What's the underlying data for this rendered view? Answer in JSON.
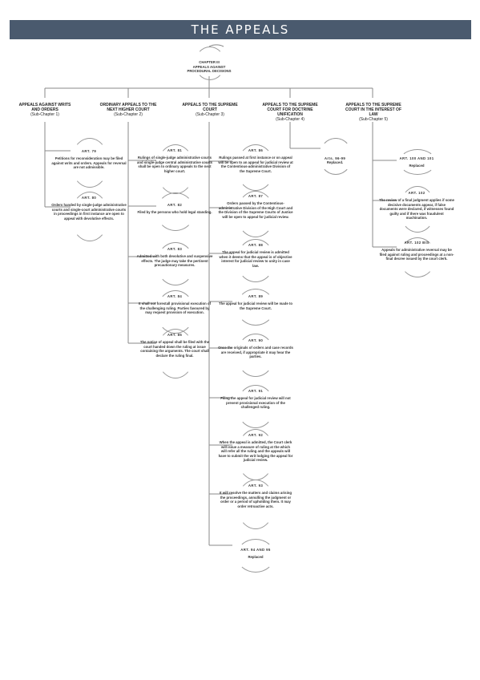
{
  "page": {
    "title": "THE APPEALS"
  },
  "root": {
    "title": "CHAPTER III\nAPPEALS AGAINST\nPROCEDURAL DECISIONS"
  },
  "columns": [
    {
      "title": "APPEALS AGAINST WRITS\nAND ORDERS",
      "sub": "(Sub-Chapter 1)"
    },
    {
      "title": "ORDINARY APPEALS TO THE\nNEXT HIGHER COURT",
      "sub": "(Sub-Chapter 2)"
    },
    {
      "title": "APPEALS TO THE SUPREME\nCOURT",
      "sub": "(Sub-Chapter 3)"
    },
    {
      "title": "APPEALS TO THE SUPREME\nCOURT FOR DOCTRINE\nUNIFICATION",
      "sub": "(Sub-Chapter 4)"
    },
    {
      "title": "APPEALS TO THE SUPREME\nCOURT IN THE INTEREST OF\nLAW",
      "sub": "(Sub-Chapter 5)"
    }
  ],
  "col1": [
    {
      "title": "ART. 79",
      "text": "Petitions for reconsideration may be filed against writs and orders. Appeals for reversal are not admissible."
    },
    {
      "title": "ART. 80",
      "text": "Orders handed by single-judge administrative courts and single-court administrative courts in proceedings in first instance are open to appeal with devolutive effects."
    }
  ],
  "col2": [
    {
      "title": "ART. 81",
      "text": "Rulings of single-judge administrative courts and single-judge central administrative courts shall be open to ordinary appeals to the next higher court."
    },
    {
      "title": "ART. 82",
      "text": "Filed by the persons who hold legal standing."
    },
    {
      "title": "ART. 83",
      "text": "Admitted with both devolutive and suspensive effects. The judge may take the pertinent precautionary measures."
    },
    {
      "title": "ART. 84",
      "text": "It shall not forestall provisional execution of the challenging ruling. Parties favoured by may request provision of execution."
    },
    {
      "title": "ART. 85",
      "text": "The notice of appeal shall be filed with the court handed down the ruling at issue containing the arguments. The court shall declare the ruling final."
    }
  ],
  "col3": [
    {
      "title": "ART. 86",
      "text": "Rulings passed at first instance or on appeal will be open to an appeal for judicial review at the Contentious-administrative Division of the Supreme Court."
    },
    {
      "title": "ART. 87",
      "text": "Orders passed by the Contentious-administrative Division of the High Court and the Division of the Supreme Courts of Justice will be open to appeal for judicial review."
    },
    {
      "title": "ART. 88",
      "text": "The appeal for judicial review is admitted when it deems that the appeal is of objective interest for judicial review to unity in case law."
    },
    {
      "title": "ART. 89",
      "text": "The appeal for judicial review will be made to the Supreme Court."
    },
    {
      "title": "ART. 90",
      "text": "Once the originals of orders and case records are received, if appropriate it may hear the parties."
    },
    {
      "title": "ART. 91",
      "text": "Filing the appeal for judicial review will not prevent provisional execution of the challenged ruling."
    },
    {
      "title": "ART. 92",
      "text": "When the appeal is admitted, the Court clerk will issue a measure of ruling at the which will refer all the ruling and the appeals will have to submit the writ lodging the appeal for judicial review."
    },
    {
      "title": "ART. 93",
      "text": "It will resolve the matters and claims arising the proceedings, annulling the judgment or order or a period of upholding them. It may order retroactive acts."
    },
    {
      "title": "ART. 94 AND 95",
      "text": "Replaced"
    }
  ],
  "col4": [
    {
      "title": "Arts. 96-99",
      "text": "Replaced."
    }
  ],
  "col5": [
    {
      "title": "ART. 100 AND 101",
      "text": "Replaced"
    },
    {
      "title": "ART. 102",
      "text": "The review of a final judgment applies if some decisive documents appear, if false documents were declared, if witnesses found guilty and if there was fraudulent machination."
    },
    {
      "title": "ART. 102 BIS",
      "text": "Appeals for administrative reversal may be filed against ruling and proceedings at a non-final decree issued by the court clerk."
    }
  ]
}
